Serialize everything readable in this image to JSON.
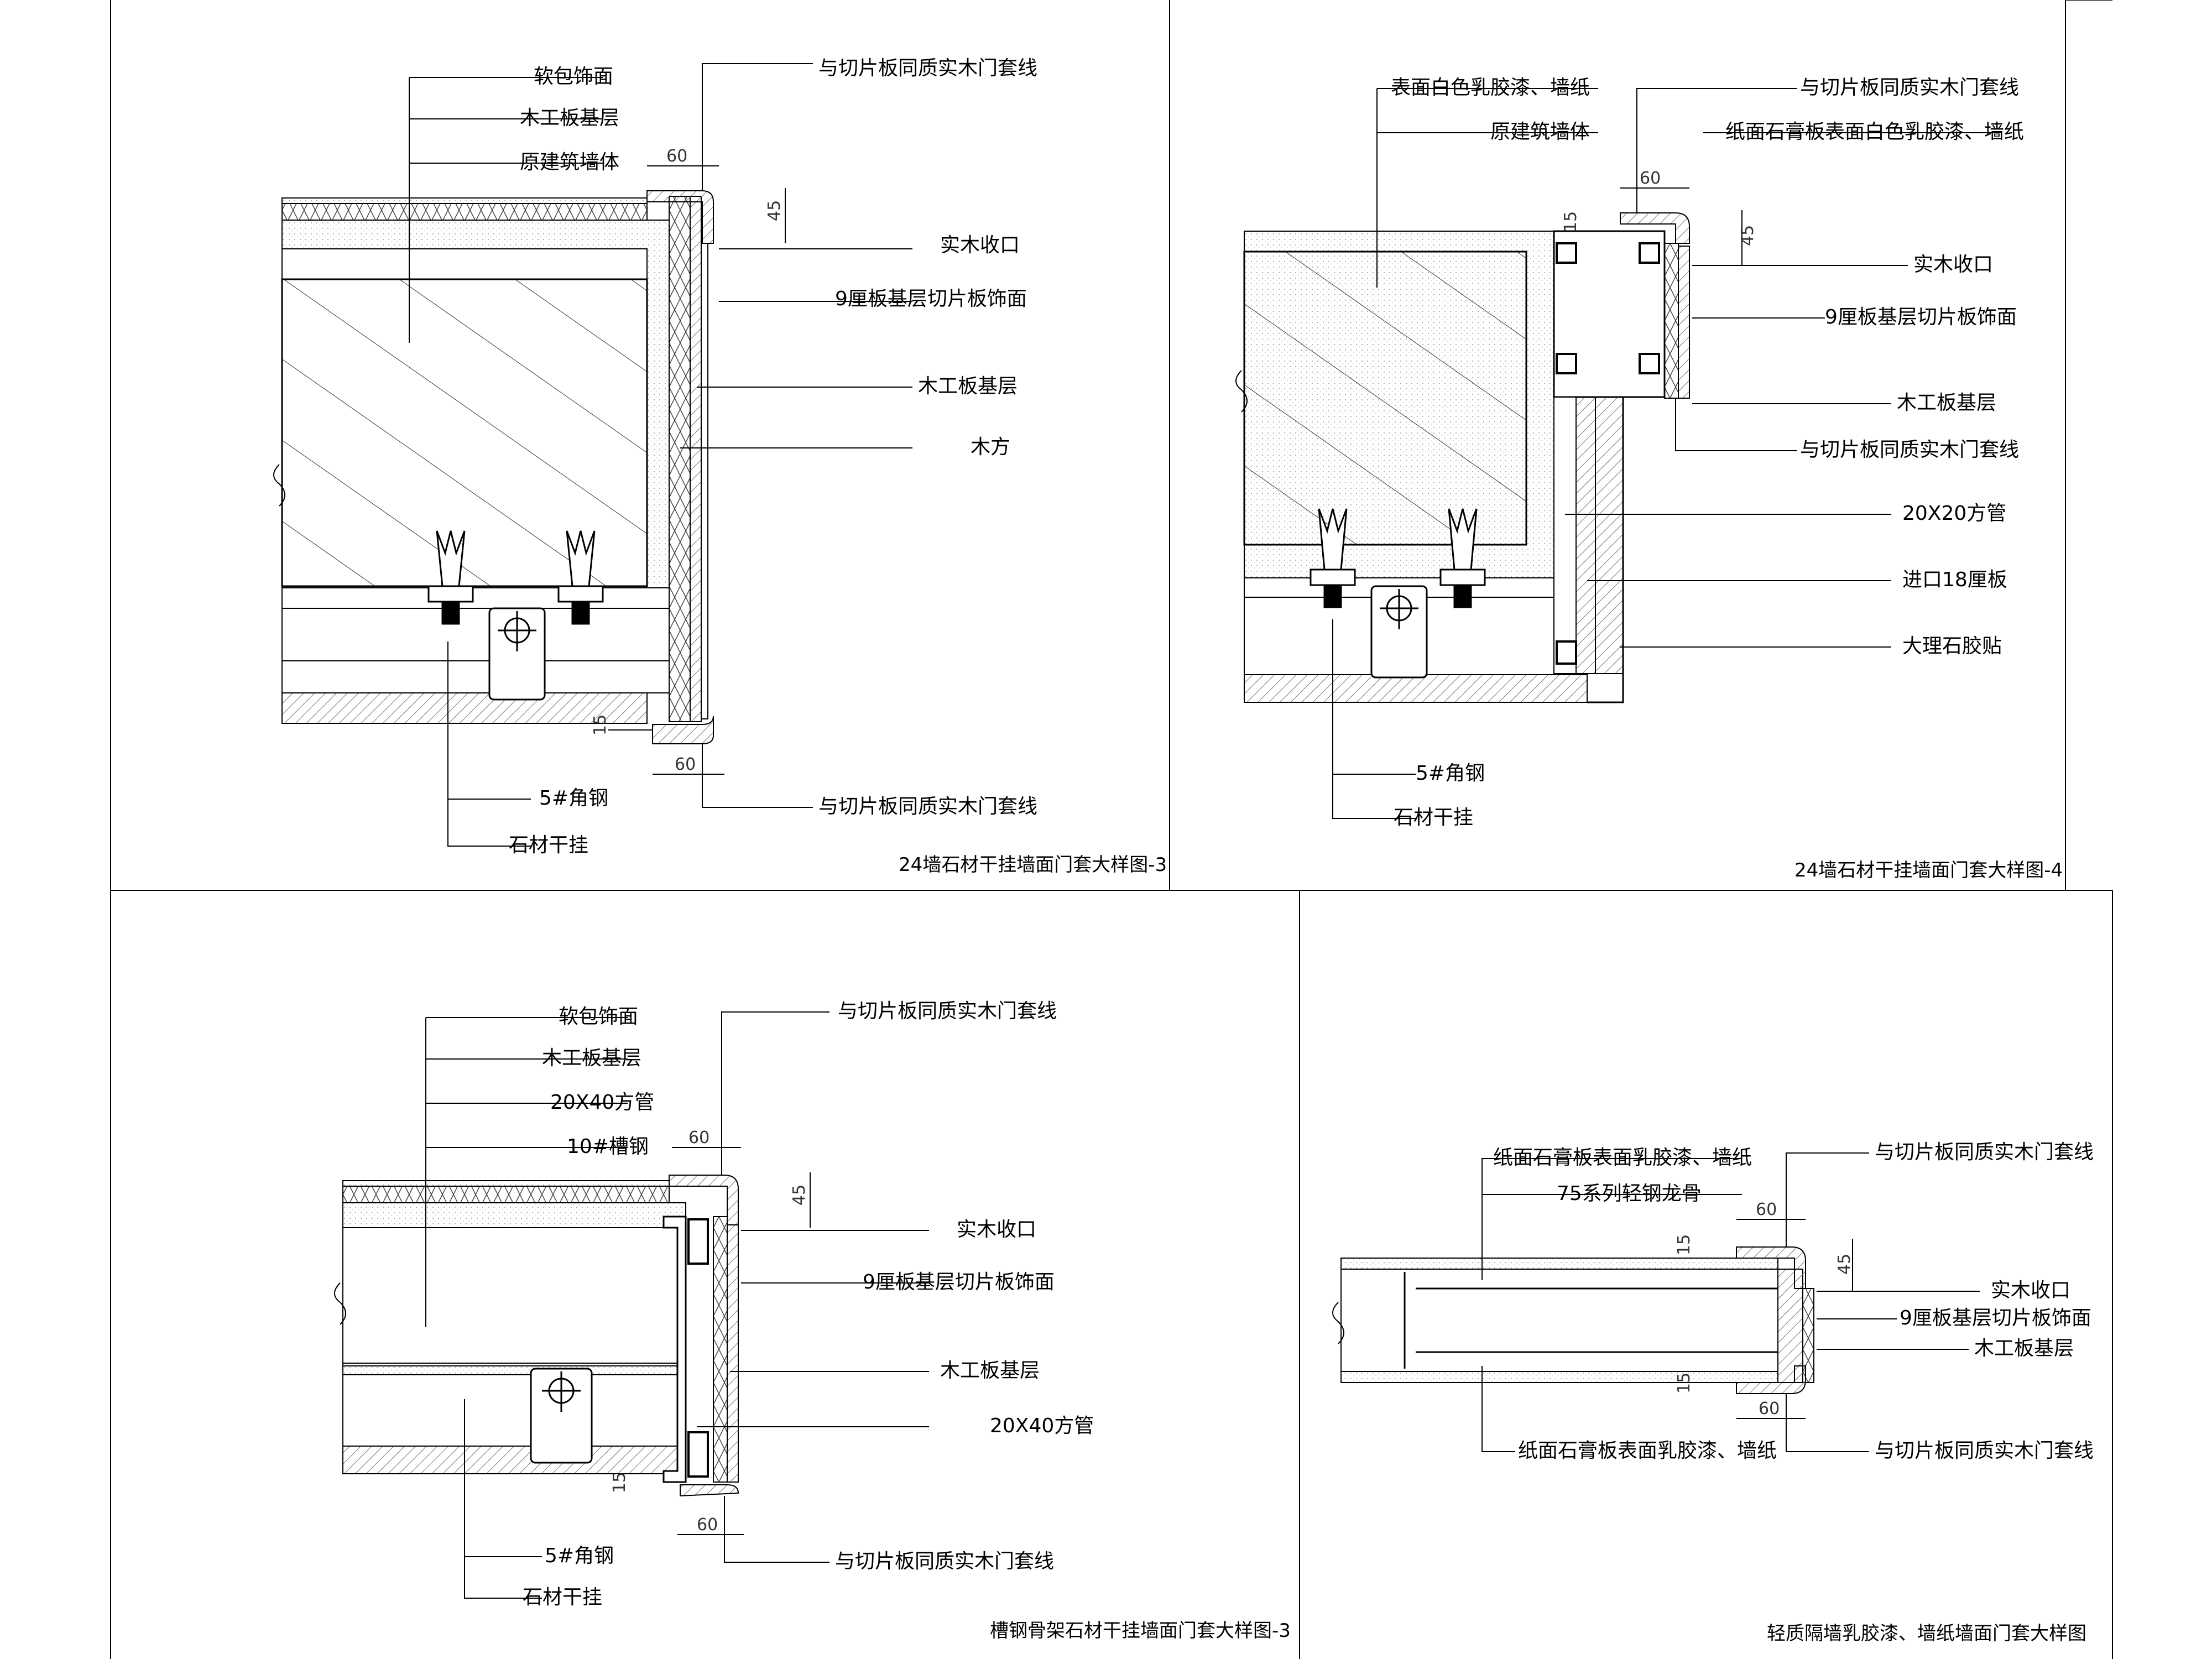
{
  "panels": [
    {
      "title": "24墙石材干挂墙面门套大样图-3",
      "labels_left": [
        "软包饰面",
        "木工板基层",
        "原建筑墙体"
      ],
      "labels_right": [
        "与切片板同质实木门套线",
        "实木收口",
        "9厘板基层切片板饰面",
        "木工板基层",
        "木方"
      ],
      "labels_bottom_left": [
        "5#角钢",
        "石材干挂"
      ],
      "label_bottom_right": "与切片板同质实木门套线",
      "dims": [
        "60",
        "45",
        "15",
        "60"
      ]
    },
    {
      "title": "24墙石材干挂墙面门套大样图-4",
      "labels_left": [
        "表面白色乳胶漆、墙纸",
        "原建筑墙体"
      ],
      "labels_right": [
        "与切片板同质实木门套线",
        "纸面石膏板表面白色乳胶漆、墙纸",
        "实木收口",
        "9厘板基层切片板饰面",
        "木工板基层",
        "与切片板同质实木门套线",
        "20X20方管",
        "进口18厘板",
        "大理石胶贴"
      ],
      "labels_bottom_left": [
        "5#角钢",
        "石材干挂"
      ],
      "dims": [
        "60",
        "15",
        "45"
      ]
    },
    {
      "title": "槽钢骨架石材干挂墙面门套大样图-3",
      "labels_left": [
        "软包饰面",
        "木工板基层",
        "20X40方管",
        "10#槽钢"
      ],
      "labels_right": [
        "与切片板同质实木门套线",
        "实木收口",
        "9厘板基层切片板饰面",
        "木工板基层",
        "20X40方管"
      ],
      "labels_bottom_left": [
        "5#角钢",
        "石材干挂"
      ],
      "label_bottom_right": "与切片板同质实木门套线",
      "dims": [
        "60",
        "45",
        "15",
        "60"
      ]
    },
    {
      "title": "轻质隔墙乳胶漆、墙纸墙面门套大样图",
      "labels_left": [
        "纸面石膏板表面乳胶漆、墙纸",
        "75系列轻钢龙骨"
      ],
      "labels_right": [
        "与切片板同质实木门套线",
        "实木收口",
        "9厘板基层切片板饰面",
        "木工板基层"
      ],
      "label_bottom_left": "纸面石膏板表面乳胶漆、墙纸",
      "label_bottom_right": "与切片板同质实木门套线",
      "dims": [
        "60",
        "15",
        "45",
        "15",
        "60"
      ]
    }
  ]
}
